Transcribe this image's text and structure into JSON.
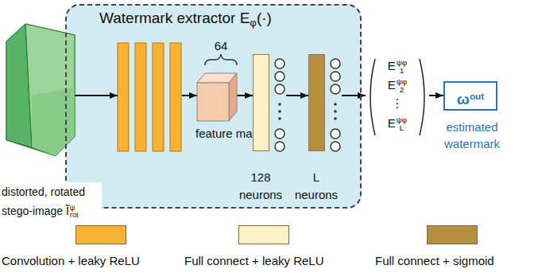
{
  "diagram": {
    "nodes": [
      {
        "text": [
          "Watermark extractor Eφ(·)"
        ]
      },
      {
        "text": [
          "distorted, rotated stego-image Ĩψrot"
        ]
      },
      {
        "text": [
          "64",
          "feature map"
        ],
        "in": 0
      },
      {
        "text": [
          "128 neurons"
        ],
        "in": 0
      },
      {
        "text": [
          "L neurons"
        ],
        "in": 0
      },
      {
        "text": [
          "E1ψφ",
          "E2ψφ",
          "⋮",
          "ELψφ"
        ]
      },
      {
        "text": [
          "ωout",
          "estimated watermark"
        ]
      }
    ],
    "edges": [
      {
        "from": 1,
        "to": 0,
        "arrow": "to"
      },
      {
        "from": 2,
        "to": 3,
        "arrow": "to"
      },
      {
        "from": 3,
        "to": 4,
        "arrow": "to"
      },
      {
        "from": 4,
        "to": 5,
        "arrow": "to"
      },
      {
        "from": 5,
        "to": 6,
        "arrow": "to"
      }
    ],
    "legend": [
      {
        "text": "Convolution + leaky ReLU",
        "color": "#f9b233"
      },
      {
        "text": "Full connect + leaky ReLU",
        "color": "#fff0c8"
      },
      {
        "text": "Full connect + sigmoid",
        "color": "#b58f3e"
      }
    ]
  }
}
